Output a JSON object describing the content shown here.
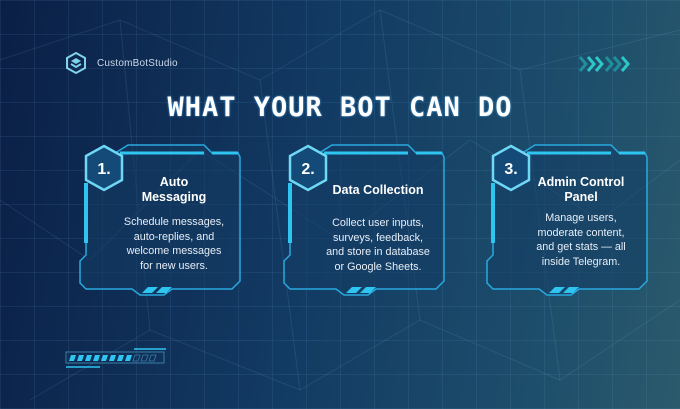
{
  "brand": {
    "name": "CustomBotStudio",
    "icon": "cube-logo-icon"
  },
  "header": {
    "title": "WHAT YOUR BOT CAN DO"
  },
  "decor": {
    "chevrons_icon": "chevrons-right-icon",
    "progress_filled": 8,
    "progress_total": 11
  },
  "colors": {
    "accent": "#2ec6f0",
    "frame": "#29a9e0",
    "background_left": "#0b1f45",
    "background_right": "#2b5a6c",
    "text": "#ffffff"
  },
  "cards": [
    {
      "number": "1.",
      "title_lines": [
        "Auto",
        "Messaging"
      ],
      "desc_lines": [
        "Schedule messages,",
        "auto-replies, and",
        "welcome messages",
        "for new users."
      ]
    },
    {
      "number": "2.",
      "title_lines": [
        "Data Collection",
        ""
      ],
      "desc_lines": [
        "Collect user inputs,",
        "surveys, feedback,",
        "and store in database",
        "or Google Sheets."
      ]
    },
    {
      "number": "3.",
      "title_lines": [
        "Admin Control",
        "Panel"
      ],
      "desc_lines": [
        "Manage users,",
        "moderate content,",
        "and get stats — all",
        "inside Telegram."
      ]
    }
  ]
}
